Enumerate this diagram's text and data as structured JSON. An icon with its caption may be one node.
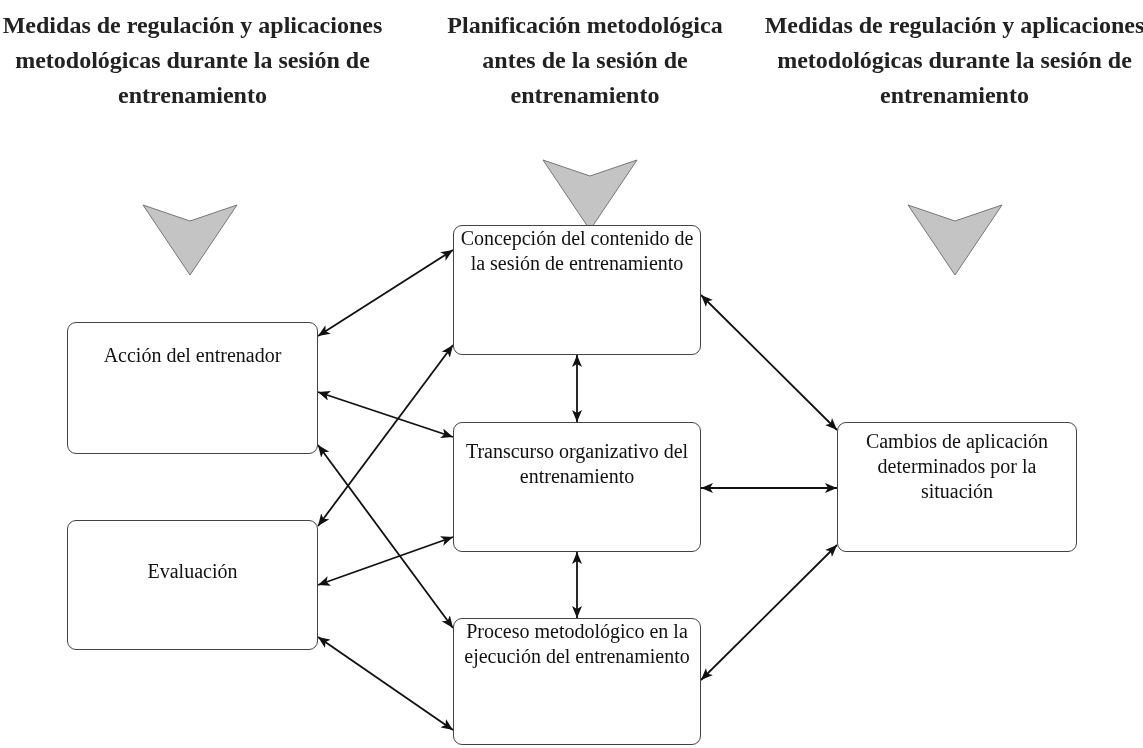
{
  "diagram": {
    "nodes": [
      {
        "text": [
          "Acción del entrenador"
        ]
      },
      {
        "text": [
          "Evaluación"
        ]
      },
      {
        "text": [
          "Concepción del contenido de la sesión de entrenamiento"
        ]
      },
      {
        "text": [
          "Transcurso organizativo del entrenamiento"
        ]
      },
      {
        "text": [
          "Proceso metodológico en la ejecución del entrenamiento"
        ]
      },
      {
        "text": [
          "Cambios de aplicación determinados por la situación"
        ]
      }
    ],
    "edges": [
      {
        "from": 2,
        "to": 0,
        "arrow": "both"
      },
      {
        "from": 0,
        "to": 3,
        "arrow": "both"
      },
      {
        "from": 1,
        "to": 2,
        "arrow": "both"
      },
      {
        "from": 0,
        "to": 4,
        "arrow": "both"
      },
      {
        "from": 1,
        "to": 3,
        "arrow": "both"
      },
      {
        "from": 1,
        "to": 4,
        "arrow": "both"
      },
      {
        "from": 2,
        "to": 3,
        "arrow": "both"
      },
      {
        "from": 3,
        "to": 4,
        "arrow": "both"
      },
      {
        "from": 2,
        "to": 5,
        "arrow": "both"
      },
      {
        "from": 3,
        "to": 5,
        "arrow": "both"
      },
      {
        "from": 4,
        "to": 5,
        "arrow": "both"
      }
    ],
    "labels": [
      "Medidas de regulación y aplicaciones metodológicas durante la sesión de entrenamiento",
      "Planificación metodológica antes de la sesión de entrenamiento",
      "Medidas de regulación y aplicaciones metodológicas durante la sesión de entrenamiento"
    ]
  }
}
